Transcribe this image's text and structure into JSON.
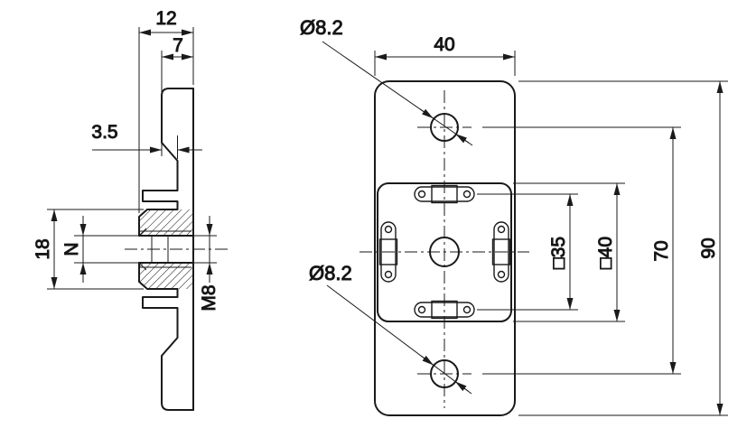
{
  "drawing": {
    "background": "#ffffff",
    "line_color": "#1a1a1a",
    "side_view": {
      "dims": {
        "overall_depth": "12",
        "flange_depth": "7",
        "sheet_thickness": "3.5",
        "boss_height": "18",
        "nut_height": "N",
        "thread": "M8"
      }
    },
    "front_view": {
      "dims": {
        "plate_width": "40",
        "plate_height": "90",
        "hole_spacing": "70",
        "boss_square": "□40",
        "slot_square": "□35",
        "hole_top_diameter": "Ø8.2",
        "hole_bottom_diameter": "Ø8.2"
      }
    }
  }
}
